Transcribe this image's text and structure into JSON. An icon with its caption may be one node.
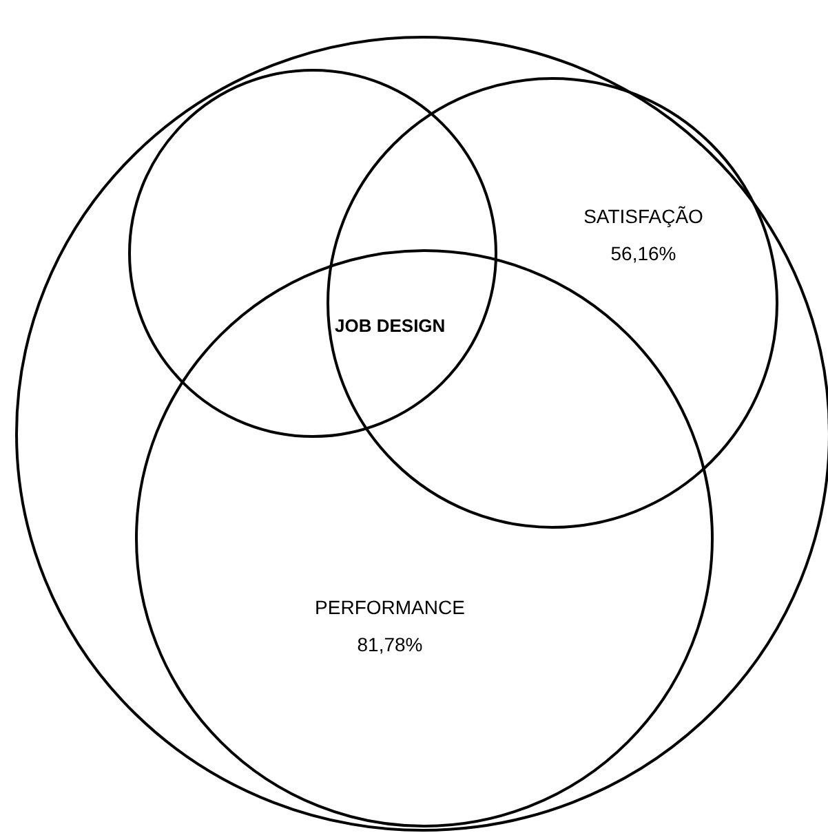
{
  "diagram": {
    "nodes": [
      {
        "text": [],
        "shape": "circle"
      },
      {
        "text": [],
        "shape": "circle",
        "in": 0
      },
      {
        "text": [
          "SATISFAÇÃO 56,16%"
        ],
        "in": 0
      },
      {
        "text": [
          "PERFORMANCE 81,78%"
        ],
        "in": 0
      }
    ],
    "labels": [
      "JOB DESIGN"
    ]
  }
}
